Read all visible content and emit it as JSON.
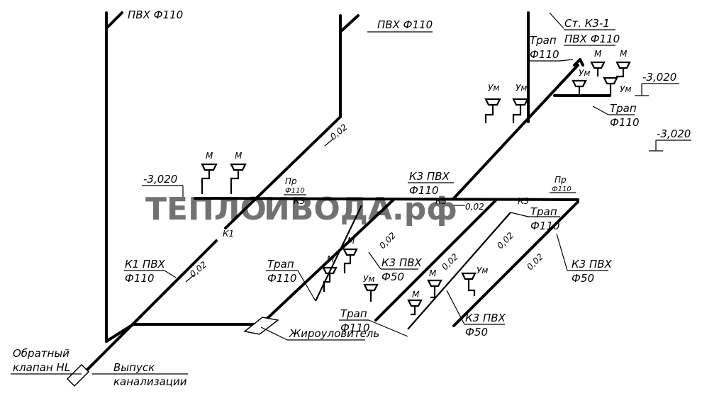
{
  "labels": {
    "pvc_top_left": "ПВХ Ф110",
    "pvc_top_mid": "ПВХ Ф110",
    "riser_name": "Ст. К3-1",
    "riser_pipe": "ПВХ Ф110",
    "trap_top_name": "Трап",
    "trap_top_pipe": "Ф110",
    "level_right_1": "-3,020",
    "level_right_2": "-3,020",
    "trap_right_name": "Трап",
    "trap_right_pipe": "Ф110",
    "level_left": "-3,020",
    "slope_top": "0,02",
    "k3_pvc_mid": "К3 ПВХ",
    "k3_pvc_mid_d": "Ф110",
    "pr_left": "Пр",
    "pr_left_d": "Ф110",
    "pr_right": "Пр",
    "pr_right_d": "Ф110",
    "k3_a": "К3",
    "k3_b": "К3",
    "k3_c": "К3",
    "k1_tag": "К1",
    "slope_mid": "0,02",
    "trap_mid_name": "Трап",
    "trap_mid_pipe": "Ф110",
    "k1_pvc": "К1 ПВХ",
    "k1_pvc_d": "Ф110",
    "slope_k1": "0,02",
    "trap_left_name": "Трап",
    "trap_left_pipe": "Ф110",
    "k3_pvc_50a": "К3 ПВХ",
    "k3_pvc_50a_d": "Ф50",
    "slope_a": "0,02",
    "slope_b": "0,02",
    "slope_c": "0,02",
    "slope_d": "0,02",
    "k3_pvc_50b": "К3 ПВХ",
    "k3_pvc_50b_d": "Ф50",
    "k3_pvc_50c": "К3 ПВХ",
    "k3_pvc_50c_d": "Ф50",
    "trap_bottom_name": "Трап",
    "trap_bottom_pipe": "Ф110",
    "grease_trap": "Жироуловитель",
    "check_valve_1": "Обратный",
    "check_valve_2": "клапан HL",
    "outlet_1": "Выпуск",
    "outlet_2": "канализации",
    "fixture_m": "М",
    "fixture_um": "Ум"
  },
  "watermark": {
    "part1": "ТЕПЛО",
    "part2": "ИВОДА.рф",
    "color1": "#e8764a",
    "color2": "#9aa4b8"
  }
}
